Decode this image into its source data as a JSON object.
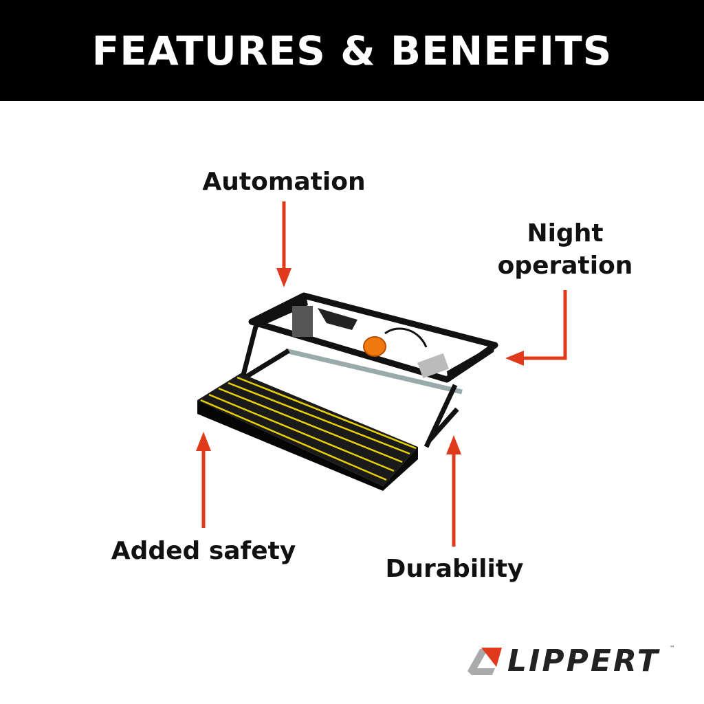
{
  "header": {
    "title": "FEATURES & BENEFITS"
  },
  "callouts": {
    "automation": "Automation",
    "night_operation_line1": "Night",
    "night_operation_line2": "operation",
    "added_safety": "Added safety",
    "durability": "Durability"
  },
  "brand": {
    "logo_text": "LIPPERT",
    "trademark": "™"
  },
  "colors": {
    "arrow": "#e03a1c",
    "header_bg": "#000000",
    "tread_stripe": "#e8d000"
  }
}
